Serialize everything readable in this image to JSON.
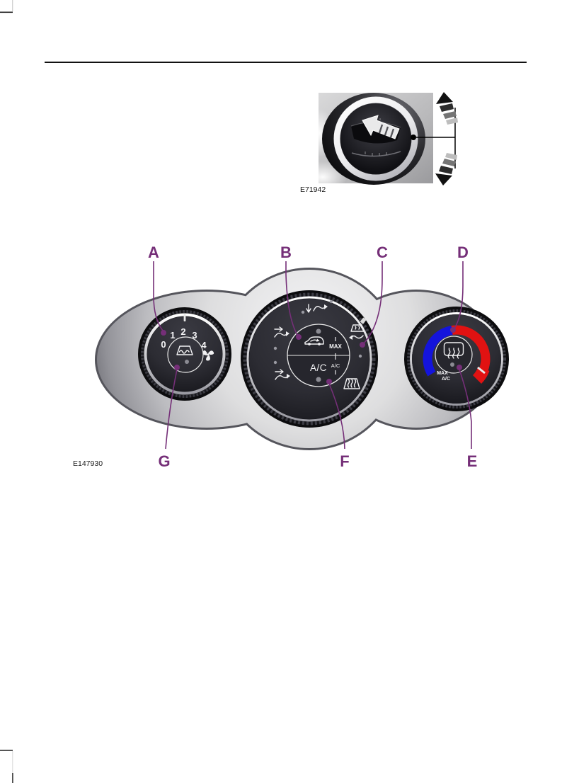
{
  "figures": {
    "vent": {
      "code": "E71942"
    },
    "panel": {
      "code": "E147930",
      "callouts": {
        "a": "A",
        "b": "B",
        "c": "C",
        "d": "D",
        "e": "E",
        "f": "F",
        "g": "G"
      },
      "fan_knob": {
        "speeds": [
          "0",
          "1",
          "2",
          "3",
          "4"
        ]
      },
      "center_knob": {
        "max_label": "MAX",
        "ac_range_label": "A/C",
        "ac_label": "A/C"
      },
      "temp_knob": {
        "max_label": "MAX",
        "ac_label": "A/C"
      },
      "colors": {
        "callout": "#752f78",
        "cold": "#1414dc",
        "hot": "#e11212"
      }
    }
  }
}
